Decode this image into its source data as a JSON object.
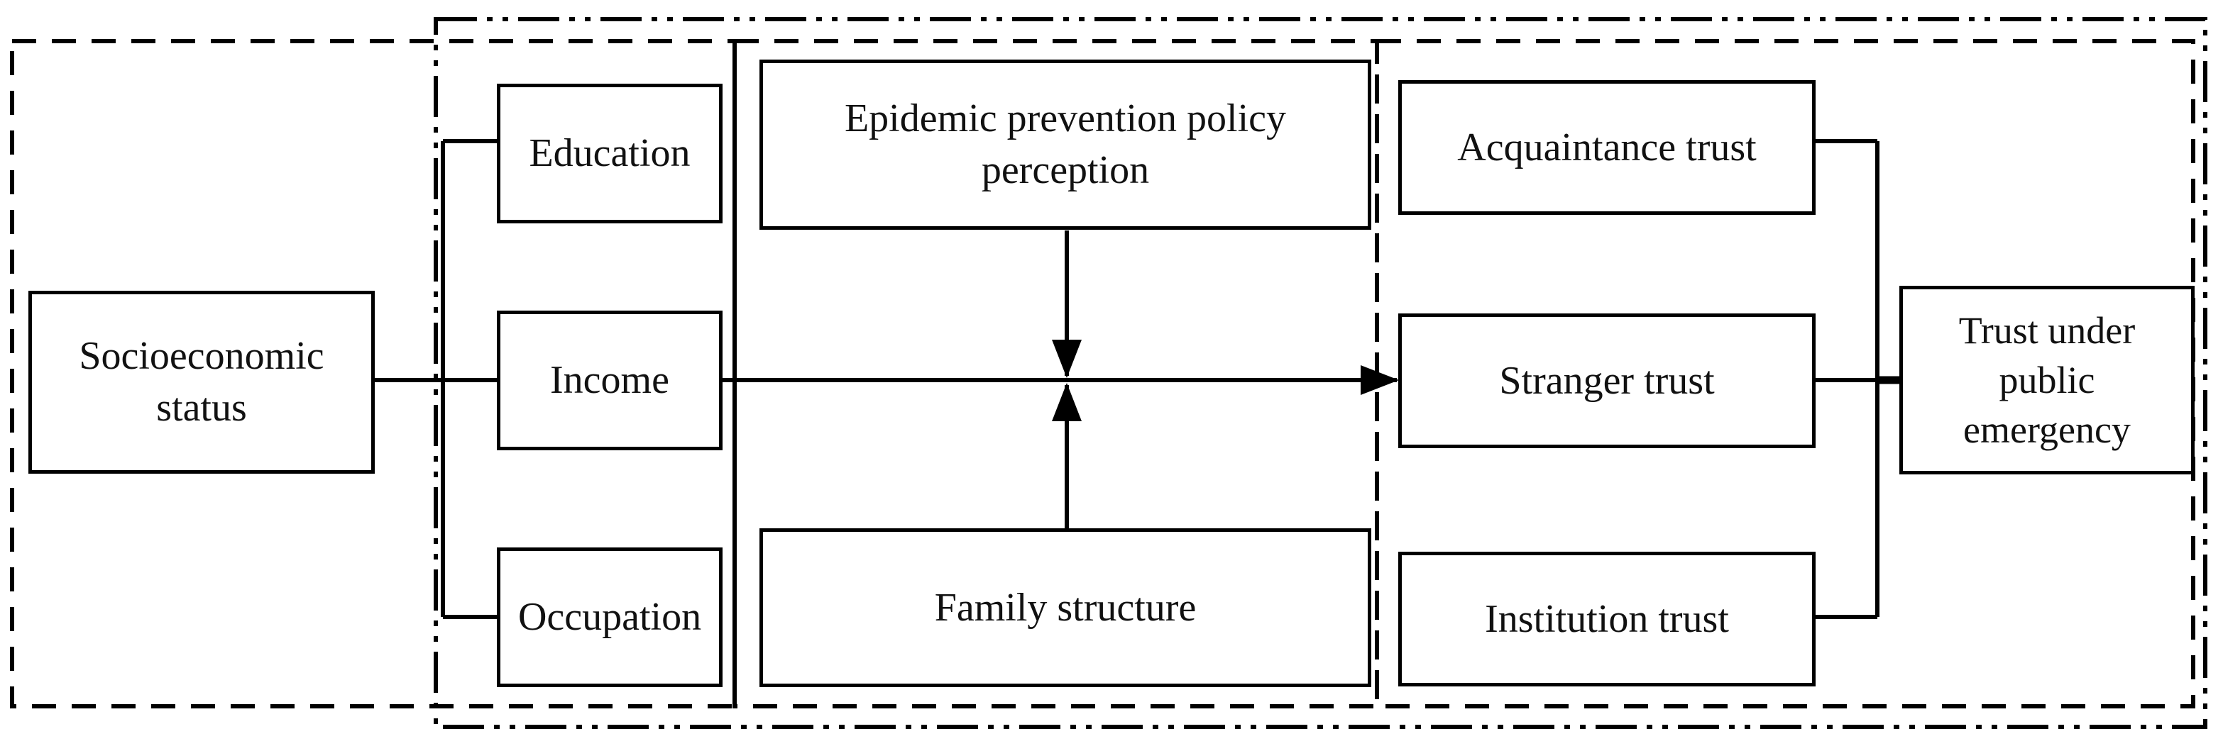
{
  "diagram": {
    "title": "Socioeconomic status and trust under public emergency conceptual framework",
    "type": "flow-diagram",
    "background_color": "#ffffff",
    "line_color": "#000000",
    "groups": [
      {
        "id": "group-independent",
        "name": "independent-variable-group",
        "border_style": "dashed"
      },
      {
        "id": "group-dimensions",
        "name": "socioeconomic-dimensions-group",
        "border_style": "dash-dot"
      },
      {
        "id": "group-mediators",
        "name": "mediator-group",
        "border_style": "dashed"
      },
      {
        "id": "group-outcomes",
        "name": "trust-outcome-group",
        "border_style": "dashed"
      },
      {
        "id": "group-dependent",
        "name": "dependent-variable-group",
        "border_style": "dash-dot"
      }
    ],
    "nodes": [
      {
        "id": "socioeconomic-status",
        "label_lines": [
          "Socioeconomic",
          "status"
        ],
        "label": "Socioeconomic status",
        "column": "left"
      },
      {
        "id": "education",
        "label_lines": [
          "Education"
        ],
        "label": "Education",
        "column": "dimensions"
      },
      {
        "id": "income",
        "label_lines": [
          "Income"
        ],
        "label": "Income",
        "column": "dimensions"
      },
      {
        "id": "occupation",
        "label_lines": [
          "Occupation"
        ],
        "label": "Occupation",
        "column": "dimensions"
      },
      {
        "id": "epidemic-policy-perception",
        "label_lines": [
          "Epidemic prevention policy",
          "perception"
        ],
        "label": "Epidemic prevention policy perception",
        "column": "mediators"
      },
      {
        "id": "family-structure",
        "label_lines": [
          "Family structure"
        ],
        "label": "Family structure",
        "column": "mediators"
      },
      {
        "id": "acquaintance-trust",
        "label_lines": [
          "Acquaintance trust"
        ],
        "label": "Acquaintance trust",
        "column": "outcomes"
      },
      {
        "id": "stranger-trust",
        "label_lines": [
          "Stranger trust"
        ],
        "label": "Stranger trust",
        "column": "outcomes"
      },
      {
        "id": "institution-trust",
        "label_lines": [
          "Institution trust"
        ],
        "label": "Institution trust",
        "column": "outcomes"
      },
      {
        "id": "trust-under-public-emergency",
        "label_lines": [
          "Trust under",
          "public",
          "emergency"
        ],
        "label": "Trust under public emergency",
        "column": "right"
      }
    ],
    "edges": [
      {
        "id": "edge-ses-to-dimensions",
        "from": "socioeconomic-status",
        "to": "education/income/occupation",
        "style": "bracket",
        "arrow": false
      },
      {
        "id": "edge-income-to-stranger-trust",
        "from": "income",
        "to": "stranger-trust",
        "style": "straight",
        "arrow": true,
        "direction": "right"
      },
      {
        "id": "edge-policy-perception-moderates",
        "from": "epidemic-policy-perception",
        "to": "edge-income-to-stranger-trust",
        "style": "straight",
        "arrow": true,
        "direction": "down"
      },
      {
        "id": "edge-family-structure-moderates",
        "from": "family-structure",
        "to": "edge-income-to-stranger-trust",
        "style": "straight",
        "arrow": true,
        "direction": "up"
      },
      {
        "id": "edge-trusts-to-outcome",
        "from": "acquaintance/stranger/institution trust",
        "to": "trust-under-public-emergency",
        "style": "bracket",
        "arrow": false
      }
    ]
  }
}
